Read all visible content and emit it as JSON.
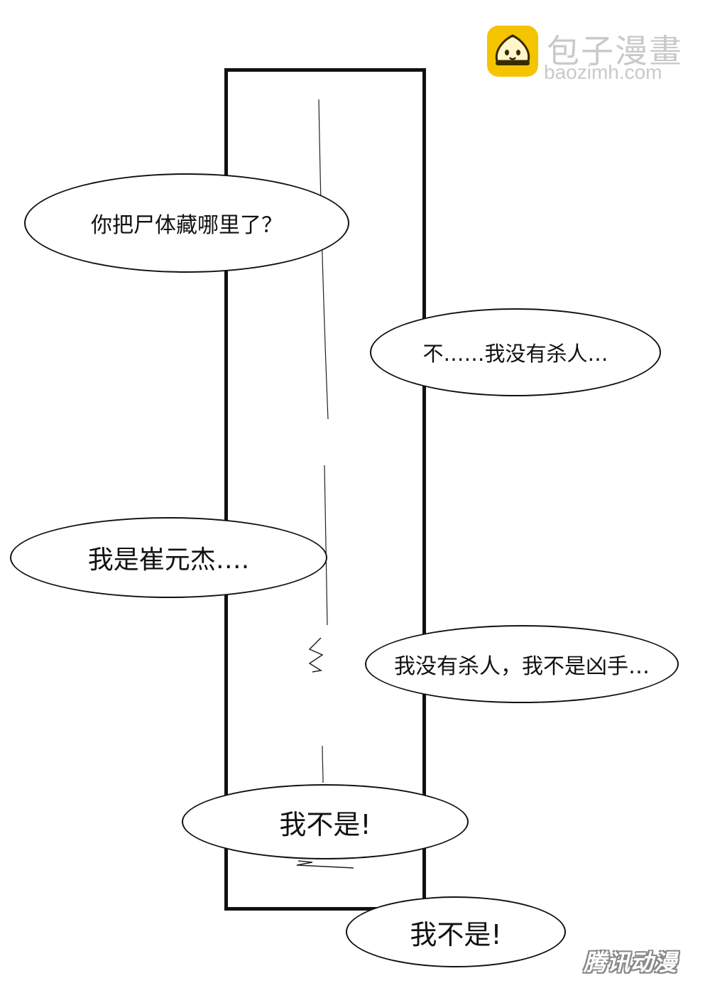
{
  "logo": {
    "title": "包子漫畫",
    "url": "baozimh.com"
  },
  "bubbles": [
    "你把尸体藏哪里了？",
    "不……我没有杀人…",
    "我是崔元杰….",
    "我没有杀人，我不是凶手…",
    "我不是!",
    "我不是!"
  ],
  "watermark": "腾讯动漫",
  "colors": {
    "ink": "#111111",
    "logo_yellow": "#f5c400",
    "logo_text": "#c9c9c9"
  }
}
